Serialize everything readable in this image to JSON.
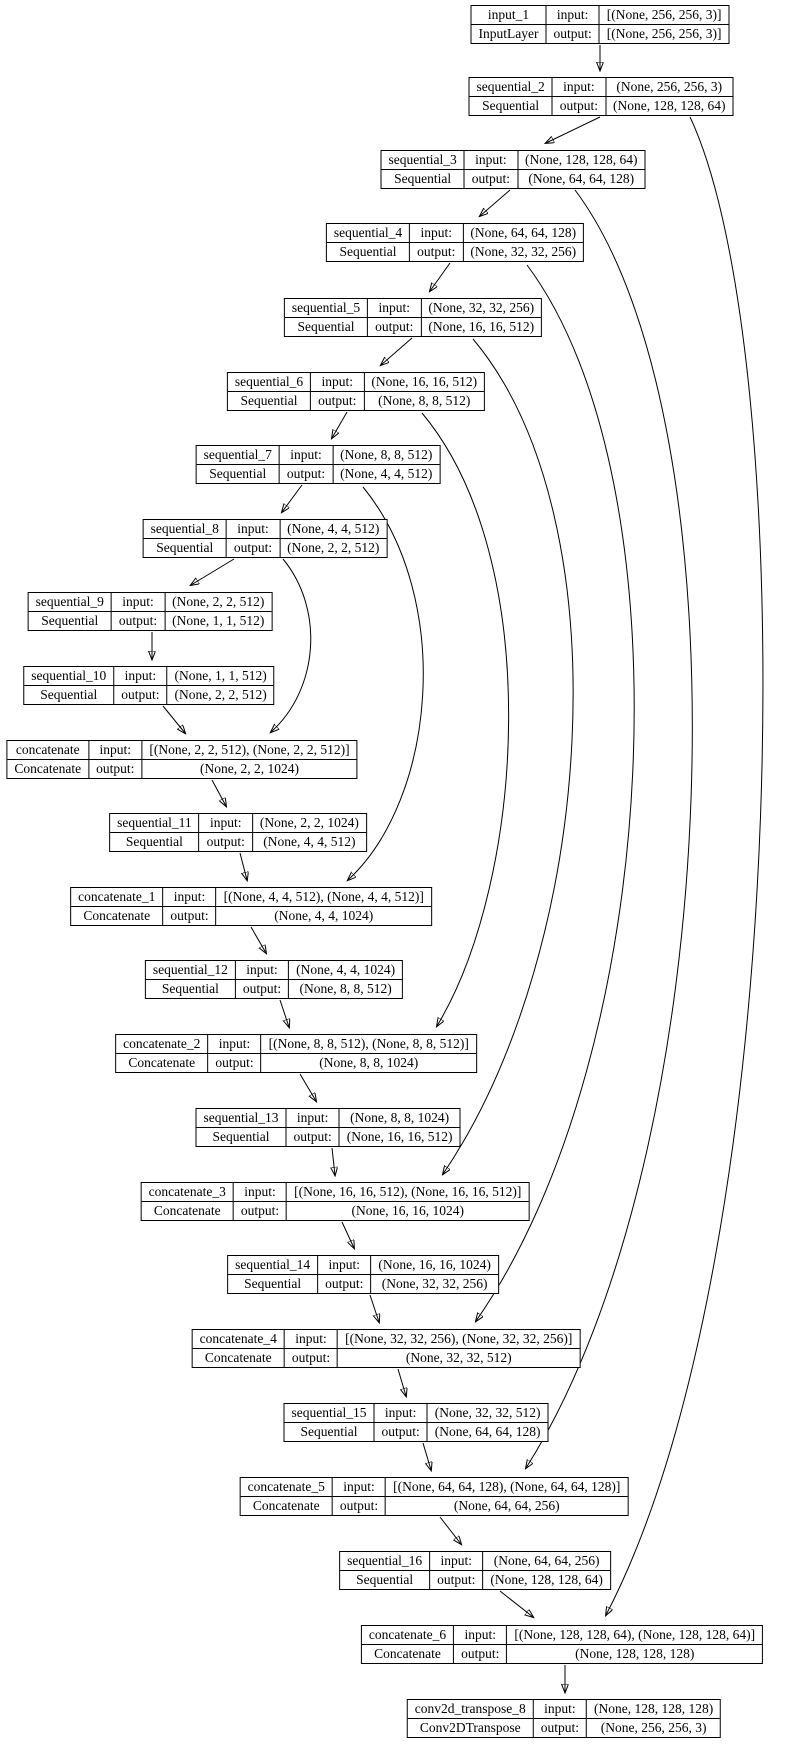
{
  "labels": {
    "input": "input:",
    "output": "output:"
  },
  "nodes": [
    {
      "id": "input_1",
      "name": "input_1",
      "type": "InputLayer",
      "input_shape": "[(None, 256, 256, 3)]",
      "output_shape": "[(None, 256, 256, 3)]"
    },
    {
      "id": "sequential_2",
      "name": "sequential_2",
      "type": "Sequential",
      "input_shape": "(None, 256, 256, 3)",
      "output_shape": "(None, 128, 128, 64)"
    },
    {
      "id": "sequential_3",
      "name": "sequential_3",
      "type": "Sequential",
      "input_shape": "(None, 128, 128, 64)",
      "output_shape": "(None, 64, 64, 128)"
    },
    {
      "id": "sequential_4",
      "name": "sequential_4",
      "type": "Sequential",
      "input_shape": "(None, 64, 64, 128)",
      "output_shape": "(None, 32, 32, 256)"
    },
    {
      "id": "sequential_5",
      "name": "sequential_5",
      "type": "Sequential",
      "input_shape": "(None, 32, 32, 256)",
      "output_shape": "(None, 16, 16, 512)"
    },
    {
      "id": "sequential_6",
      "name": "sequential_6",
      "type": "Sequential",
      "input_shape": "(None, 16, 16, 512)",
      "output_shape": "(None, 8, 8, 512)"
    },
    {
      "id": "sequential_7",
      "name": "sequential_7",
      "type": "Sequential",
      "input_shape": "(None, 8, 8, 512)",
      "output_shape": "(None, 4, 4, 512)"
    },
    {
      "id": "sequential_8",
      "name": "sequential_8",
      "type": "Sequential",
      "input_shape": "(None, 4, 4, 512)",
      "output_shape": "(None, 2, 2, 512)"
    },
    {
      "id": "sequential_9",
      "name": "sequential_9",
      "type": "Sequential",
      "input_shape": "(None, 2, 2, 512)",
      "output_shape": "(None, 1, 1, 512)"
    },
    {
      "id": "sequential_10",
      "name": "sequential_10",
      "type": "Sequential",
      "input_shape": "(None, 1, 1, 512)",
      "output_shape": "(None, 2, 2, 512)"
    },
    {
      "id": "concatenate",
      "name": "concatenate",
      "type": "Concatenate",
      "input_shape": "[(None, 2, 2, 512), (None, 2, 2, 512)]",
      "output_shape": "(None, 2, 2, 1024)"
    },
    {
      "id": "sequential_11",
      "name": "sequential_11",
      "type": "Sequential",
      "input_shape": "(None, 2, 2, 1024)",
      "output_shape": "(None, 4, 4, 512)"
    },
    {
      "id": "concatenate_1",
      "name": "concatenate_1",
      "type": "Concatenate",
      "input_shape": "[(None, 4, 4, 512), (None, 4, 4, 512)]",
      "output_shape": "(None, 4, 4, 1024)"
    },
    {
      "id": "sequential_12",
      "name": "sequential_12",
      "type": "Sequential",
      "input_shape": "(None, 4, 4, 1024)",
      "output_shape": "(None, 8, 8, 512)"
    },
    {
      "id": "concatenate_2",
      "name": "concatenate_2",
      "type": "Concatenate",
      "input_shape": "[(None, 8, 8, 512), (None, 8, 8, 512)]",
      "output_shape": "(None, 8, 8, 1024)"
    },
    {
      "id": "sequential_13",
      "name": "sequential_13",
      "type": "Sequential",
      "input_shape": "(None, 8, 8, 1024)",
      "output_shape": "(None, 16, 16, 512)"
    },
    {
      "id": "concatenate_3",
      "name": "concatenate_3",
      "type": "Concatenate",
      "input_shape": "[(None, 16, 16, 512), (None, 16, 16, 512)]",
      "output_shape": "(None, 16, 16, 1024)"
    },
    {
      "id": "sequential_14",
      "name": "sequential_14",
      "type": "Sequential",
      "input_shape": "(None, 16, 16, 1024)",
      "output_shape": "(None, 32, 32, 256)"
    },
    {
      "id": "concatenate_4",
      "name": "concatenate_4",
      "type": "Concatenate",
      "input_shape": "[(None, 32, 32, 256), (None, 32, 32, 256)]",
      "output_shape": "(None, 32, 32, 512)"
    },
    {
      "id": "sequential_15",
      "name": "sequential_15",
      "type": "Sequential",
      "input_shape": "(None, 32, 32, 512)",
      "output_shape": "(None, 64, 64, 128)"
    },
    {
      "id": "concatenate_5",
      "name": "concatenate_5",
      "type": "Concatenate",
      "input_shape": "[(None, 64, 64, 128), (None, 64, 64, 128)]",
      "output_shape": "(None, 64, 64, 256)"
    },
    {
      "id": "sequential_16",
      "name": "sequential_16",
      "type": "Sequential",
      "input_shape": "(None, 64, 64, 256)",
      "output_shape": "(None, 128, 128, 64)"
    },
    {
      "id": "concatenate_6",
      "name": "concatenate_6",
      "type": "Concatenate",
      "input_shape": "[(None, 128, 128, 64), (None, 128, 128, 64)]",
      "output_shape": "(None, 128, 128, 128)"
    },
    {
      "id": "conv2d_transpose_8",
      "name": "conv2d_transpose_8",
      "type": "Conv2DTranspose",
      "input_shape": "(None, 128, 128, 128)",
      "output_shape": "(None, 256, 256, 3)"
    }
  ],
  "edges": [
    {
      "from": "input_1",
      "to": "sequential_2"
    },
    {
      "from": "sequential_2",
      "to": "sequential_3"
    },
    {
      "from": "sequential_3",
      "to": "sequential_4"
    },
    {
      "from": "sequential_4",
      "to": "sequential_5"
    },
    {
      "from": "sequential_5",
      "to": "sequential_6"
    },
    {
      "from": "sequential_6",
      "to": "sequential_7"
    },
    {
      "from": "sequential_7",
      "to": "sequential_8"
    },
    {
      "from": "sequential_8",
      "to": "sequential_9"
    },
    {
      "from": "sequential_9",
      "to": "sequential_10"
    },
    {
      "from": "sequential_10",
      "to": "concatenate"
    },
    {
      "from": "sequential_8",
      "to": "concatenate"
    },
    {
      "from": "concatenate",
      "to": "sequential_11"
    },
    {
      "from": "sequential_11",
      "to": "concatenate_1"
    },
    {
      "from": "sequential_7",
      "to": "concatenate_1"
    },
    {
      "from": "concatenate_1",
      "to": "sequential_12"
    },
    {
      "from": "sequential_12",
      "to": "concatenate_2"
    },
    {
      "from": "sequential_6",
      "to": "concatenate_2"
    },
    {
      "from": "concatenate_2",
      "to": "sequential_13"
    },
    {
      "from": "sequential_13",
      "to": "concatenate_3"
    },
    {
      "from": "sequential_5",
      "to": "concatenate_3"
    },
    {
      "from": "concatenate_3",
      "to": "sequential_14"
    },
    {
      "from": "sequential_14",
      "to": "concatenate_4"
    },
    {
      "from": "sequential_4",
      "to": "concatenate_4"
    },
    {
      "from": "concatenate_4",
      "to": "sequential_15"
    },
    {
      "from": "sequential_15",
      "to": "concatenate_5"
    },
    {
      "from": "sequential_3",
      "to": "concatenate_5"
    },
    {
      "from": "concatenate_5",
      "to": "sequential_16"
    },
    {
      "from": "sequential_16",
      "to": "concatenate_6"
    },
    {
      "from": "sequential_2",
      "to": "concatenate_6"
    },
    {
      "from": "concatenate_6",
      "to": "conv2d_transpose_8"
    }
  ],
  "colors": {
    "node_border": "#000000",
    "node_fill": "#ffffff",
    "edge": "#000000",
    "background": "#ffffff"
  }
}
